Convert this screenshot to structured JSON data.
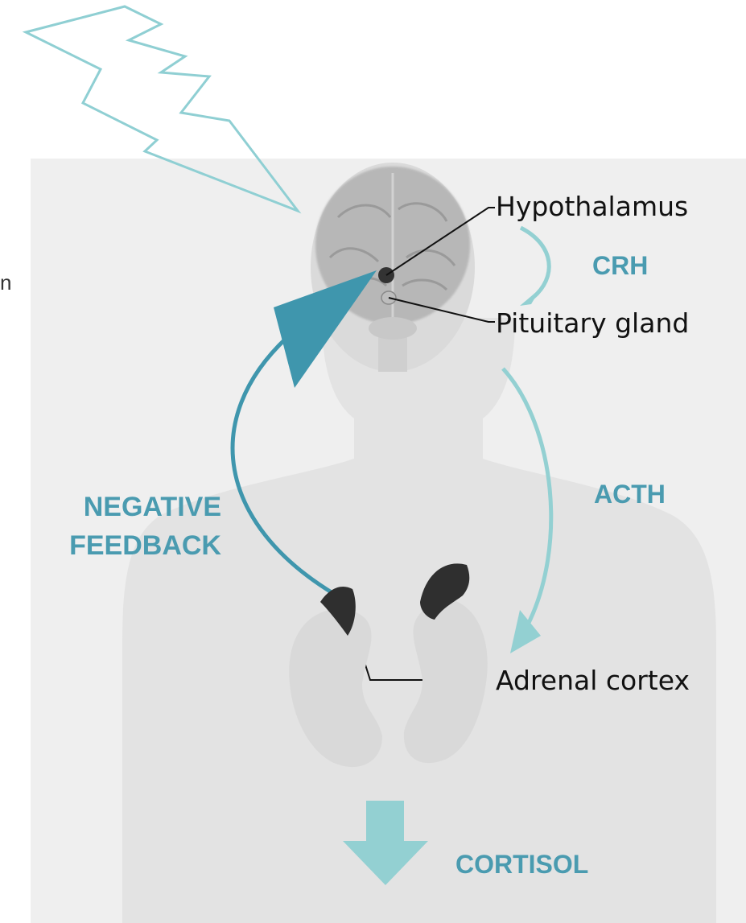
{
  "labels": {
    "hypothalamus": "Hypothalamus",
    "pituitary": "Pituitary gland",
    "adrenal": "Adrenal cortex"
  },
  "hormones": {
    "crh": "CRH",
    "acth": "ACTH",
    "cortisol": "CORTISOL"
  },
  "feedback": {
    "line1": "NEGATIVE",
    "line2": "FEEDBACK"
  },
  "cropped_text": "n",
  "colors": {
    "accent": "#4a9bb0",
    "light_arrow": "#93d0d2",
    "stress_bolt": "#8fcfd3",
    "background_panel": "#efefef",
    "body": "#e3e3e3"
  },
  "icons": [
    "stress-lightning-icon",
    "brain-icon",
    "adrenal-gland-icon",
    "kidney-icon"
  ]
}
